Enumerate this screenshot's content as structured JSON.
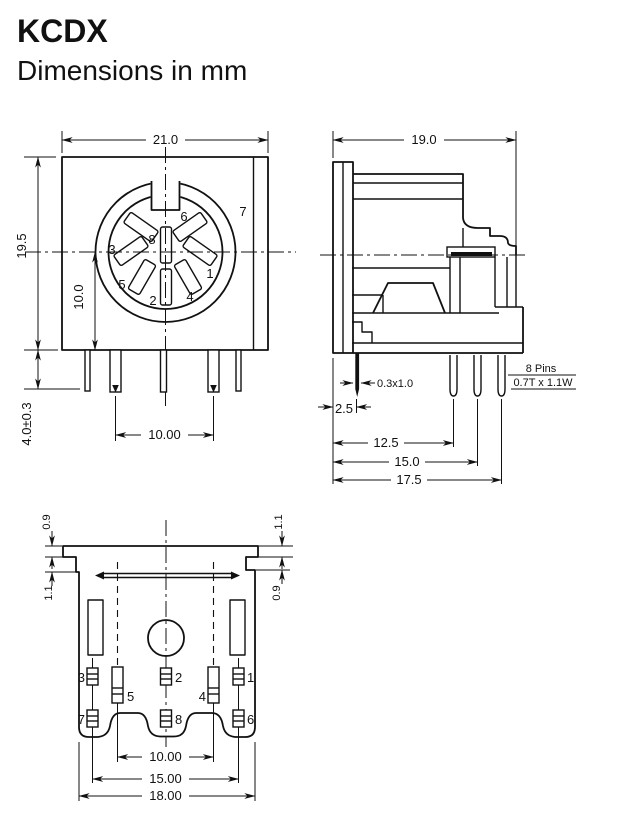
{
  "title": "KCDX",
  "subtitle": "Dimensions in mm",
  "front_view": {
    "dim_width": "21.0",
    "dim_height": "19.5",
    "dim_center": "10.0",
    "dim_pin_length": "4.0±0.3",
    "dim_mount_pitch": "10.00",
    "pins": {
      "p1": "1",
      "p2": "2",
      "p3": "3",
      "p4": "4",
      "p5": "5",
      "p6": "6",
      "p7": "7",
      "p8": "8"
    }
  },
  "side_view": {
    "dim_depth": "19.0",
    "dim_tab": "0.3x1.0",
    "dim_tab_offset": "2.5",
    "dim_pin_row1": "12.5",
    "dim_pin_row2": "15.0",
    "dim_pin_row3": "17.5",
    "note_line1": "8 Pins",
    "note_line2": "0.7T x 1.1W"
  },
  "bottom_view": {
    "dim_top_left": "0.9",
    "dim_top_right": "1.1",
    "dim_left": "1.1",
    "dim_right": "0.9",
    "dim_pitch_inner": "10.00",
    "dim_pitch_mid": "15.00",
    "dim_pitch_outer": "18.00",
    "pins": {
      "p1": "1",
      "p2": "2",
      "p3": "3",
      "p4": "4",
      "p5": "5",
      "p6": "6",
      "p7": "7",
      "p8": "8"
    }
  }
}
